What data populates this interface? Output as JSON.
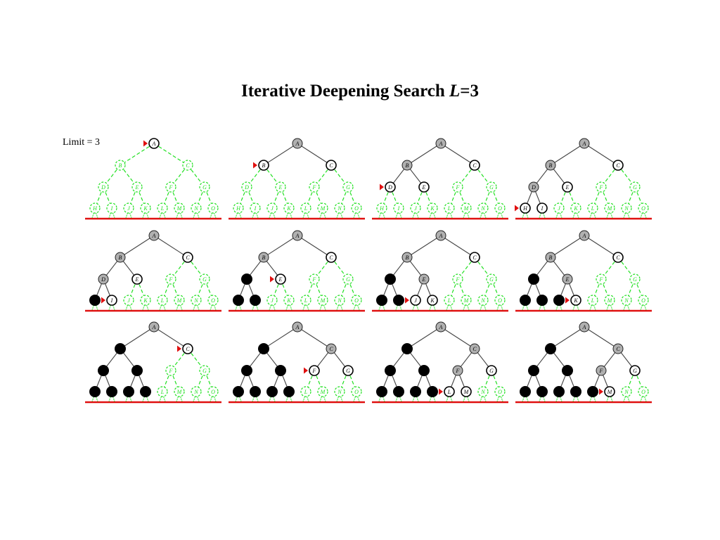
{
  "title": {
    "prefix": "Iterative Deepening Search ",
    "variable": "L",
    "suffix": "=3"
  },
  "limit_caption": "Limit = 3",
  "colors": {
    "unexplored": "#22e022",
    "frontier": "#ffffff",
    "expanded": "#b0b0b0",
    "finished": "#000000",
    "marker": "#e01010",
    "ground_line": "#e01010",
    "explored_edge": "#444444"
  },
  "tree": {
    "nodes": [
      "A",
      "B",
      "C",
      "D",
      "E",
      "F",
      "G",
      "H",
      "I",
      "J",
      "K",
      "L",
      "M",
      "N",
      "O"
    ],
    "edges": [
      [
        "A",
        "B"
      ],
      [
        "A",
        "C"
      ],
      [
        "B",
        "D"
      ],
      [
        "B",
        "E"
      ],
      [
        "C",
        "F"
      ],
      [
        "C",
        "G"
      ],
      [
        "D",
        "H"
      ],
      [
        "D",
        "I"
      ],
      [
        "E",
        "J"
      ],
      [
        "E",
        "K"
      ],
      [
        "F",
        "L"
      ],
      [
        "F",
        "M"
      ],
      [
        "G",
        "N"
      ],
      [
        "G",
        "O"
      ]
    ]
  },
  "panels": [
    {
      "step": 1,
      "marker": "A",
      "expanded": [],
      "frontier": [
        "A"
      ],
      "finished": []
    },
    {
      "step": 2,
      "marker": "B",
      "expanded": [
        "A"
      ],
      "frontier": [
        "B",
        "C"
      ],
      "finished": []
    },
    {
      "step": 3,
      "marker": "D",
      "expanded": [
        "A",
        "B"
      ],
      "frontier": [
        "C",
        "D",
        "E"
      ],
      "finished": []
    },
    {
      "step": 4,
      "marker": "H",
      "expanded": [
        "A",
        "B",
        "D"
      ],
      "frontier": [
        "C",
        "E",
        "H",
        "I"
      ],
      "finished": []
    },
    {
      "step": 5,
      "marker": "I",
      "expanded": [
        "A",
        "B",
        "D"
      ],
      "frontier": [
        "C",
        "E",
        "I"
      ],
      "finished": [
        "H"
      ]
    },
    {
      "step": 6,
      "marker": "E",
      "expanded": [
        "A",
        "B"
      ],
      "frontier": [
        "C",
        "E"
      ],
      "finished": [
        "D",
        "H",
        "I"
      ]
    },
    {
      "step": 7,
      "marker": "J",
      "expanded": [
        "A",
        "B",
        "E"
      ],
      "frontier": [
        "C",
        "J",
        "K"
      ],
      "finished": [
        "D",
        "H",
        "I"
      ]
    },
    {
      "step": 8,
      "marker": "K",
      "expanded": [
        "A",
        "B",
        "E"
      ],
      "frontier": [
        "C",
        "K"
      ],
      "finished": [
        "D",
        "H",
        "I",
        "J"
      ]
    },
    {
      "step": 9,
      "marker": "C",
      "expanded": [
        "A"
      ],
      "frontier": [
        "C"
      ],
      "finished": [
        "B",
        "D",
        "E",
        "H",
        "I",
        "J",
        "K"
      ]
    },
    {
      "step": 10,
      "marker": "F",
      "expanded": [
        "A",
        "C"
      ],
      "frontier": [
        "F",
        "G"
      ],
      "finished": [
        "B",
        "D",
        "E",
        "H",
        "I",
        "J",
        "K"
      ]
    },
    {
      "step": 11,
      "marker": "L",
      "expanded": [
        "A",
        "C",
        "F"
      ],
      "frontier": [
        "G",
        "L",
        "M"
      ],
      "finished": [
        "B",
        "D",
        "E",
        "H",
        "I",
        "J",
        "K"
      ]
    },
    {
      "step": 12,
      "marker": "M",
      "expanded": [
        "A",
        "C",
        "F"
      ],
      "frontier": [
        "G",
        "M"
      ],
      "finished": [
        "B",
        "D",
        "E",
        "H",
        "I",
        "J",
        "K",
        "L"
      ]
    }
  ]
}
